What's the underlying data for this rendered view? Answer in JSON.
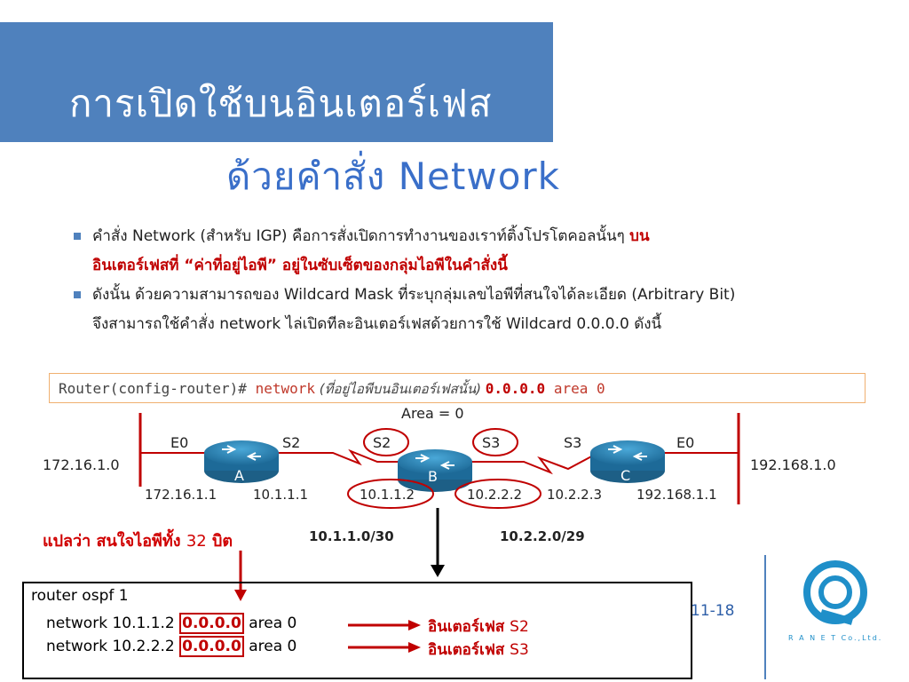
{
  "title": {
    "line1": "การเปิดใช้บนอินเตอร์เฟส",
    "line2": "ด้วยคำสั่ง Network"
  },
  "bullets": [
    {
      "line1_plain": "คำสั่ง Network (สำหรับ IGP) คือการสั่งเปิดการทำงานของเราท์ติ้งโปรโตคอลนั้นๆ ",
      "line1_red": "บน",
      "line2_red": "อินเตอร์เฟสที่ “ค่าที่อยู่ไอพี” อยู่ในซับเซ็ตของกลุ่มไอพีในคำสั่งนี้"
    },
    {
      "line1": "ดังนั้น ด้วยความสามารถของ Wildcard Mask ที่ระบุกลุ่มเลขไอพีที่สนใจได้ละเอียด (Arbitrary Bit)",
      "line2": "จึงสามารถใช้คำสั่ง network ไล่เปิดทีละอินเตอร์เฟสด้วยการใช้ Wildcard 0.0.0.0 ดังนี้"
    }
  ],
  "command": {
    "prompt": "Router(config-router)# ",
    "keyword": "network",
    "hint": " (ที่อยู่ไอพีบนอินเตอร์เฟสนั้น) ",
    "mask": "0.0.0.0",
    "area": " area 0"
  },
  "diagram": {
    "area_label": "Area = 0",
    "left_net": "172.16.1.0",
    "right_net": "192.168.1.0",
    "routers": [
      {
        "name": "A",
        "ifaces": [
          "E0",
          "S2"
        ],
        "ips": [
          "172.16.1.1",
          "10.1.1.1"
        ]
      },
      {
        "name": "B",
        "ifaces": [
          "S2",
          "S3"
        ],
        "ips": [
          "10.1.1.2",
          "10.2.2.2"
        ]
      },
      {
        "name": "C",
        "ifaces": [
          "S3",
          "E0"
        ],
        "ips": [
          "10.2.2.3",
          "192.168.1.1"
        ]
      }
    ],
    "subnet1": "10.1.1.0/30",
    "subnet2": "10.2.2.0/29",
    "colors": {
      "link": "#c00000",
      "router": "#2a7fae",
      "highlight": "#c00000"
    }
  },
  "note": {
    "text": "แปลว่า สนใจไอพีทั้ง ",
    "num": "32",
    "unit": " บิต"
  },
  "ospf": {
    "line1": "router ospf 1",
    "line2_pre": "network 10.1.1.2 ",
    "line2_mask": "0.0.0.0",
    "line2_post": " area 0",
    "line3_pre": "network 10.2.2.2 ",
    "line3_mask": "0.0.0.0",
    "line3_post": " area 0",
    "iface1_text": "อินเตอร์เฟส ",
    "iface1_name": "S2",
    "iface2_text": "อินเตอร์เฟส ",
    "iface2_name": "S3"
  },
  "slide_number": "11-18",
  "logo": {
    "text": "R A N E T Co.,Ltd.",
    "icon": "ranet-logo-icon"
  }
}
